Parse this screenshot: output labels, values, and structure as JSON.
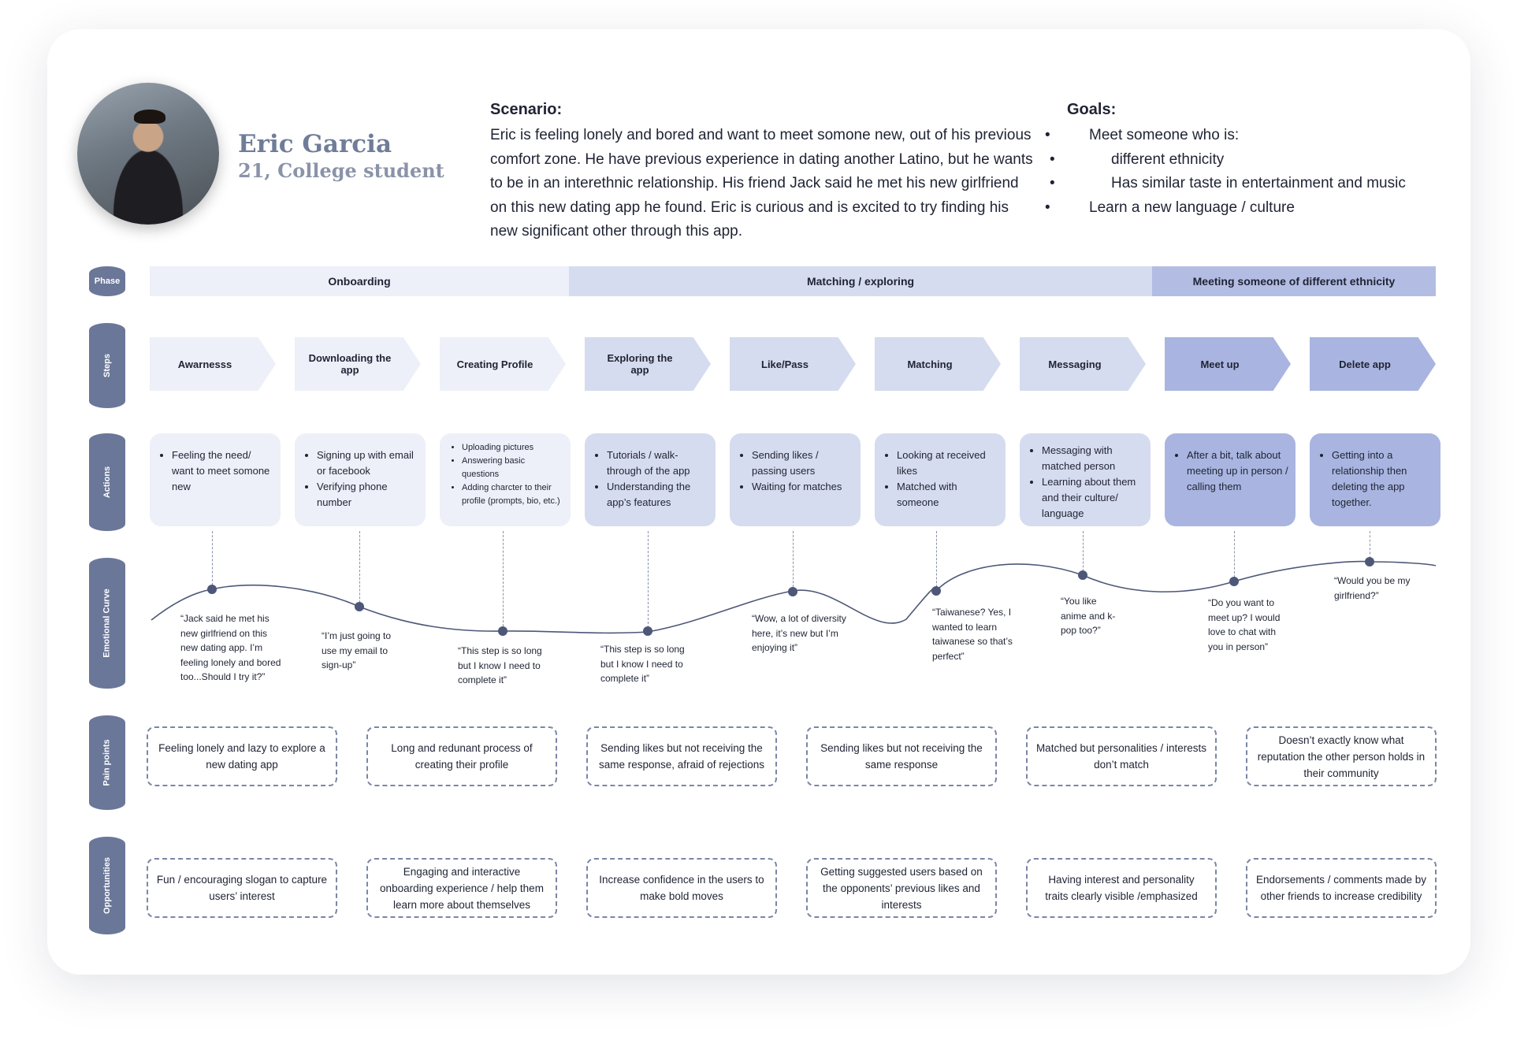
{
  "persona": {
    "name": "Eric Garcia",
    "subtitle": "21, College student",
    "photo_icon": "avatar-photo"
  },
  "scenario": {
    "title": "Scenario:",
    "text": "Eric is feeling lonely and bored and want to meet somone new, out of his previous comfort zone. He have previous experience in dating another Latino, but he wants to be in an interethnic relationship. His friend Jack said he met his new girlfriend on this new dating app he found. Eric is curious and is excited to try finding his new significant other through this app."
  },
  "goals": {
    "title": "Goals:",
    "items": [
      "Meet someone who is:",
      "different ethnicity",
      "Has similar taste in entertainment and music",
      "Learn a new language / culture"
    ]
  },
  "row_labels": {
    "phase": "Phase",
    "steps": "Steps",
    "actions": "Actions",
    "emotional_curve": "Emotional Curve",
    "pain_points": "Pain points",
    "opportunities": "Opportunities"
  },
  "phases": [
    "Onboarding",
    "Matching / exploring",
    "Meeting someone of different ethnicity"
  ],
  "steps": [
    "Awarnesss",
    "Downloading the app",
    "Creating Profile",
    "Exploring the app",
    "Like/Pass",
    "Matching",
    "Messaging",
    "Meet up",
    "Delete app"
  ],
  "actions": [
    [
      "Feeling the need/ want to meet somone new"
    ],
    [
      "Signing up with email or facebook",
      "Verifying phone number"
    ],
    [
      "Uploading pictures",
      "Answering basic questions",
      "Adding charcter to their profile (prompts, bio, etc.)"
    ],
    [
      "Tutorials / walk-through of the app",
      "Understanding the app’s features"
    ],
    [
      "Sending likes / passing users",
      "Waiting for matches"
    ],
    [
      "Looking at received likes",
      "Matched with someone"
    ],
    [
      "Messaging with matched person",
      "Learning about them and their culture/ language"
    ],
    [
      "After a bit, talk about meeting up in person / calling them"
    ],
    [
      "Getting into a relationship then deleting the app together."
    ]
  ],
  "emotional_quotes": [
    "“Jack said he met his new girlfriend on this new dating app. I’m feeling lonely and bored too...Should I try it?”",
    "“I’m just going to use my email to sign-up”",
    "“This step is so long but I know I need to complete it”",
    "“This step is so long but I know I need to complete it”",
    "“Wow, a lot of diversity here, it’s new but I’m enjoying it”",
    "“Taiwanese? Yes, I wanted to learn taiwanese so that’s perfect”",
    "“You like anime and k-pop too?”",
    "“Do you want to meet up? I would love to chat with you in person”",
    "“Would you be my girlfriend?”"
  ],
  "pain_points": [
    "Feeling lonely and lazy to explore a new dating app",
    "Long and redunant process of creating their profile",
    "Sending likes but not receiving the same response, afraid of rejections",
    "Sending likes but not receiving the same response",
    "Matched but personalities / interests don’t match",
    "Doesn’t exactly know what reputation the other person holds in their community"
  ],
  "opportunities": [
    "Fun / encouraging slogan to capture users’ interest",
    "Engaging and interactive onboarding experience / help them learn more about themselves",
    "Increase confidence in the users to make bold moves",
    "Getting suggested users based on the opponents’ previous likes and interests",
    "Having interest and personality traits clearly visible /emphasized",
    "Endorsements / comments made by other friends to increase credibility"
  ],
  "colors": {
    "label_pill": "#6a7799",
    "phase_1": "#edf0f8",
    "phase_2": "#d6dcef",
    "phase_3": "#b3bde3",
    "tint_light": "#edf0f8",
    "tint_mid": "#d6dcef",
    "tint_dark": "#a9b5e0",
    "dot": "#4d5878",
    "dashed_border": "#7b86a6"
  }
}
